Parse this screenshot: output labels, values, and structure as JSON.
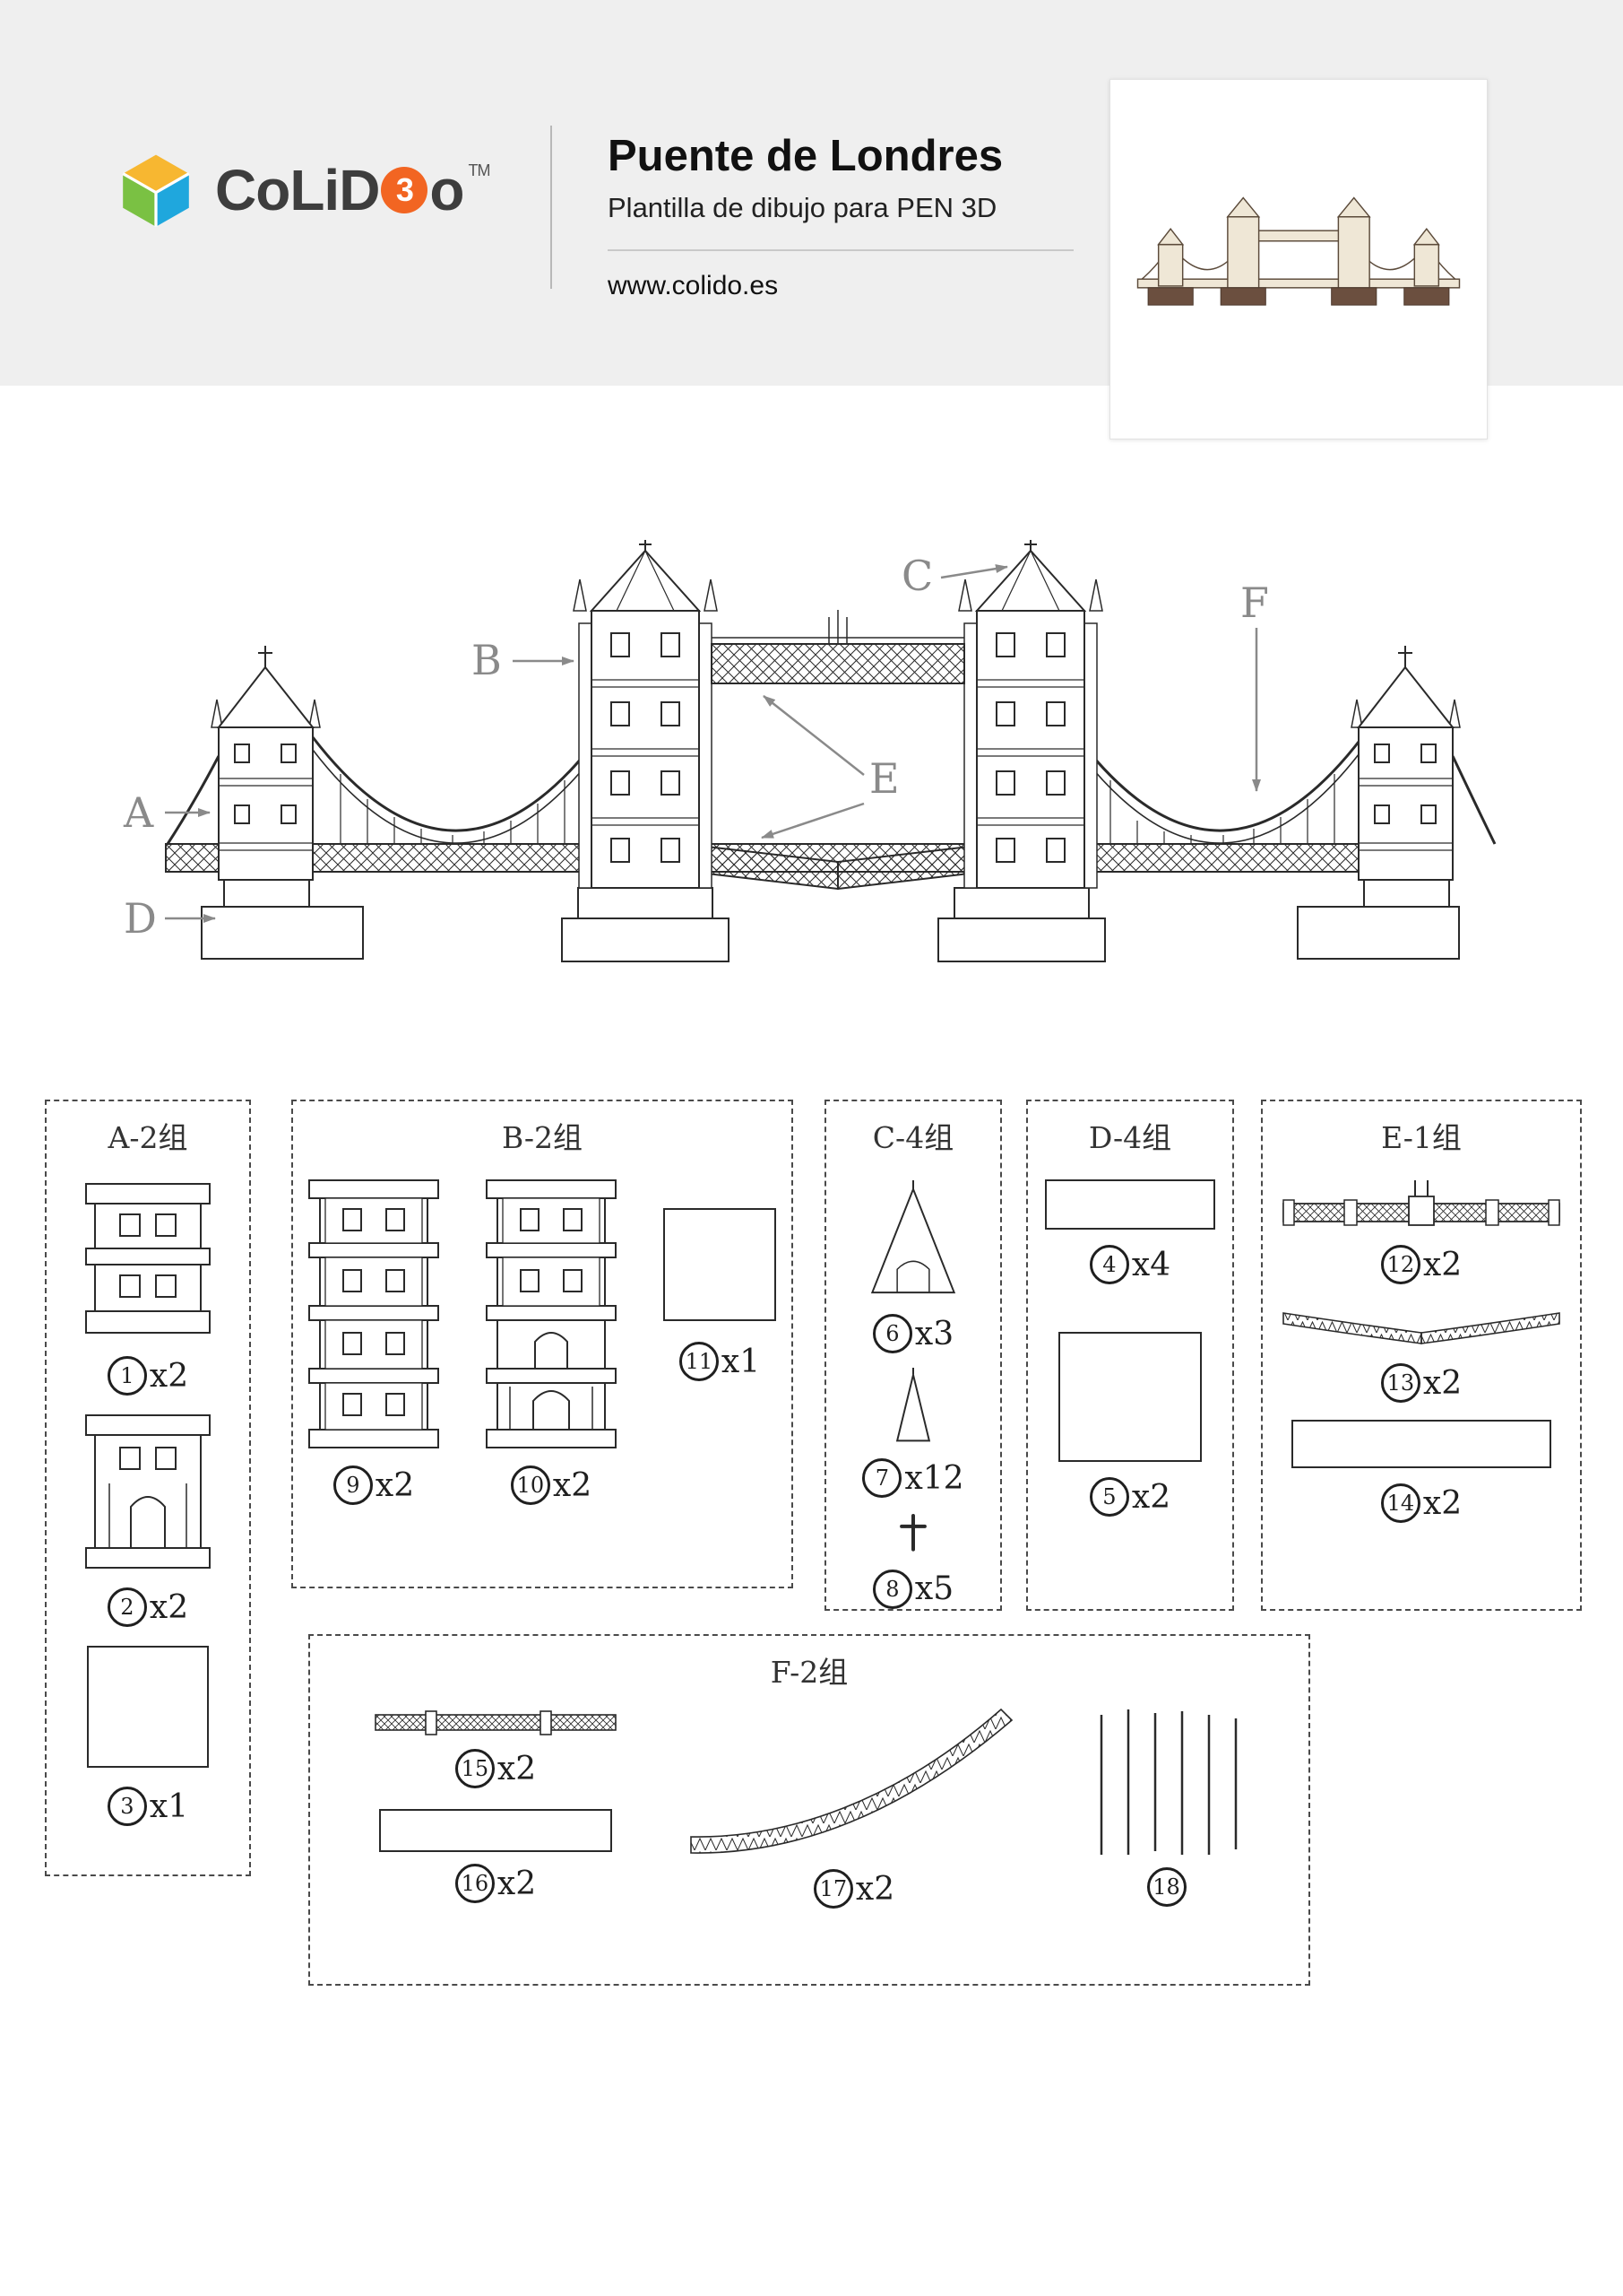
{
  "header": {
    "brand_pre": "CoLi",
    "brand_d": "D",
    "brand_3": "3",
    "brand_o": "o",
    "tm": "TM",
    "title": "Puente de Londres",
    "subtitle": "Plantilla de dibujo para PEN 3D",
    "website": "www.colido.es"
  },
  "bridge": {
    "labels": [
      "A",
      "B",
      "C",
      "D",
      "E",
      "F"
    ]
  },
  "groups": {
    "a": {
      "title": "A-2组",
      "parts": [
        {
          "num": "1",
          "count": "x2"
        },
        {
          "num": "2",
          "count": "x2"
        },
        {
          "num": "3",
          "count": "x1"
        }
      ]
    },
    "b": {
      "title": "B-2组",
      "parts": [
        {
          "num": "9",
          "count": "x2"
        },
        {
          "num": "10",
          "count": "x2"
        },
        {
          "num": "11",
          "count": "x1"
        }
      ]
    },
    "c": {
      "title": "C-4组",
      "parts": [
        {
          "num": "6",
          "count": "x3"
        },
        {
          "num": "7",
          "count": "x12"
        },
        {
          "num": "8",
          "count": "x5"
        }
      ]
    },
    "d": {
      "title": "D-4组",
      "parts": [
        {
          "num": "4",
          "count": "x4"
        },
        {
          "num": "5",
          "count": "x2"
        }
      ]
    },
    "e": {
      "title": "E-1组",
      "parts": [
        {
          "num": "12",
          "count": "x2"
        },
        {
          "num": "13",
          "count": "x2"
        },
        {
          "num": "14",
          "count": "x2"
        }
      ]
    },
    "f": {
      "title": "F-2组",
      "parts": [
        {
          "num": "15",
          "count": "x2"
        },
        {
          "num": "16",
          "count": "x2"
        },
        {
          "num": "17",
          "count": "x2"
        },
        {
          "num": "18",
          "count": ""
        }
      ]
    }
  },
  "colors": {
    "header_bg": "#efefef",
    "logo_yellow": "#f7b731",
    "logo_green": "#7ac143",
    "logo_blue": "#1fa7dd",
    "logo_orange": "#f26522",
    "line_dark": "#2a2a2a",
    "callout_gray": "#8a8a8a"
  }
}
